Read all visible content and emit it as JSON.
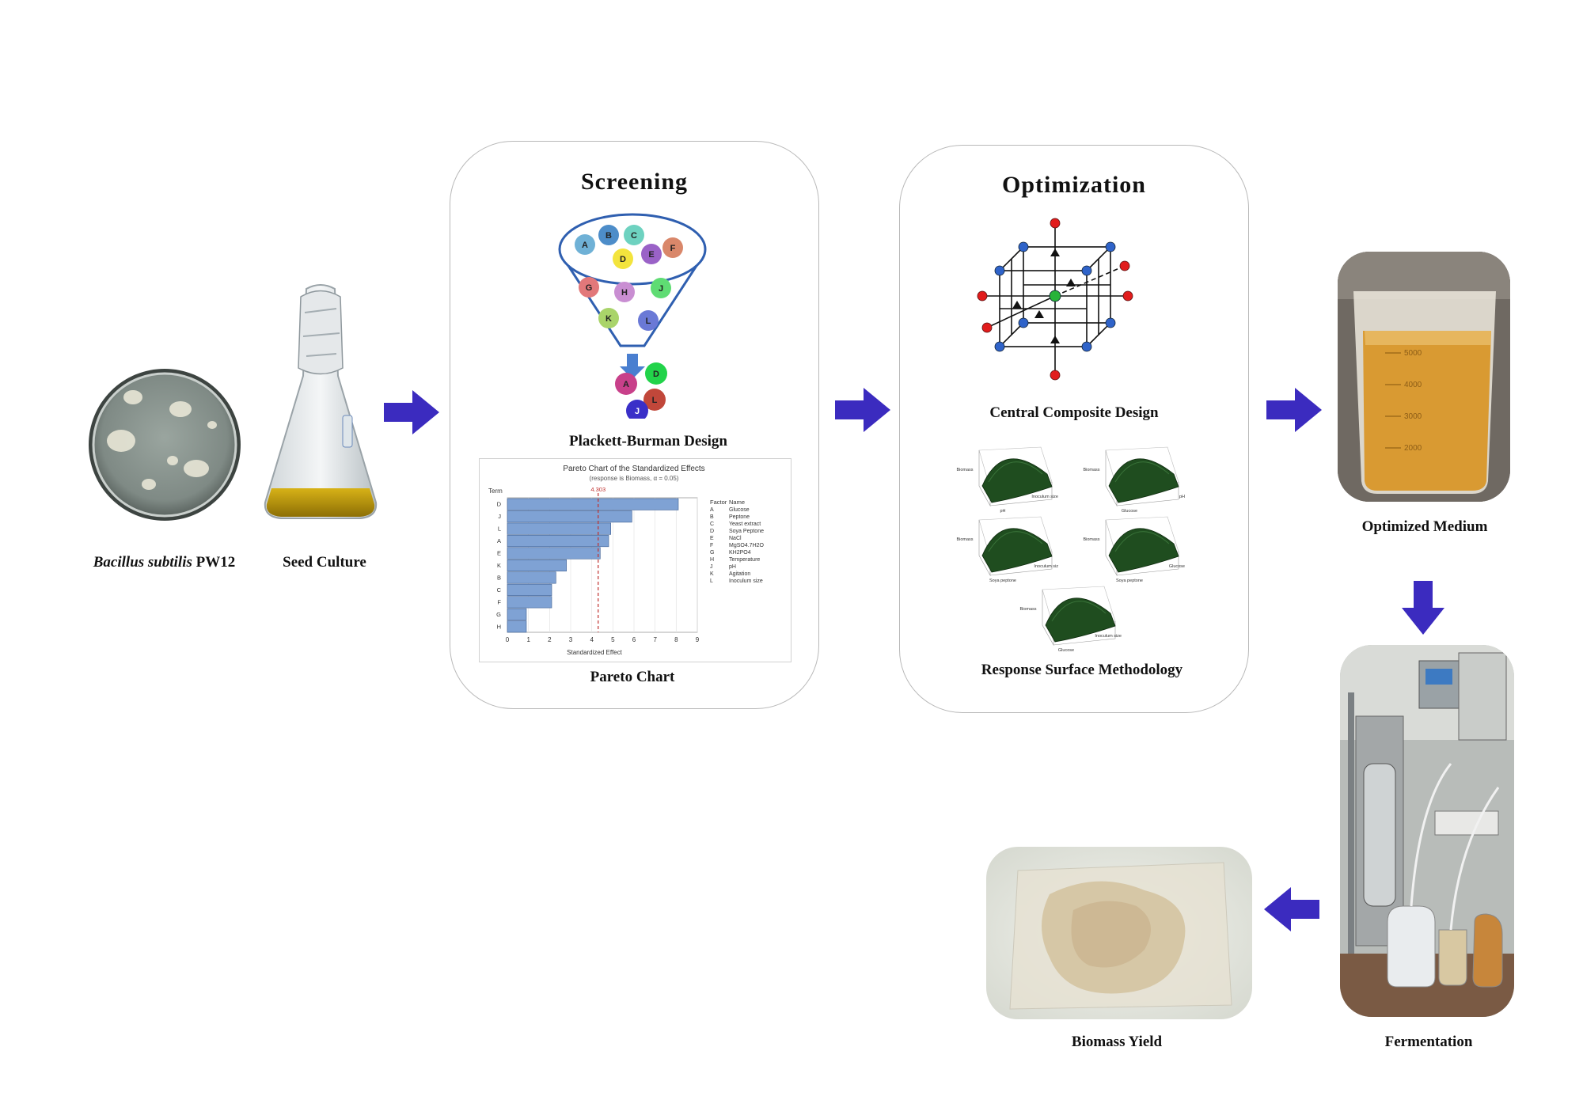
{
  "organism": {
    "italic": "Bacillus subtilis",
    "strain": "PW12"
  },
  "seed_label": "Seed Culture",
  "screening": {
    "title": "Screening",
    "pb_label": "Plackett-Burman Design",
    "pareto_label": "Pareto Chart",
    "funnel_balls": [
      "A",
      "B",
      "C",
      "D",
      "E",
      "F",
      "G",
      "H",
      "J",
      "K",
      "L"
    ],
    "output_balls": [
      "D",
      "A",
      "L",
      "J"
    ]
  },
  "optimization": {
    "title": "Optimization",
    "ccd_label": "Central Composite Design",
    "rsm_label": "Response Surface Methodology",
    "rsm_plots": [
      {
        "z": "Biomass",
        "x": "pH",
        "y": "Inoculum size"
      },
      {
        "z": "Biomass",
        "x": "Glucose",
        "y": "pH"
      },
      {
        "z": "Biomass",
        "x": "Soya peptone",
        "y": "Inoculum siz"
      },
      {
        "z": "Biomass",
        "x": "Soya peptone",
        "y": "Glucose"
      },
      {
        "z": "Biomass",
        "x": "Glucose",
        "y": "Inoculum size"
      }
    ]
  },
  "flow": {
    "optimized_label": "Optimized Medium",
    "fermentation_label": "Fermentation",
    "biomass_label": "Biomass Yield"
  },
  "beaker_marks": [
    "5000",
    "4000",
    "3000",
    "2000"
  ],
  "colors": {
    "arrow": "#3b2bbf",
    "bar": "#7fa2d4",
    "refline": "#c0302e"
  },
  "chart_data": {
    "type": "bar",
    "title": "Pareto Chart of the Standardized Effects",
    "subtitle": "(response is Biomass, α = 0.05)",
    "xlabel": "Standardized Effect",
    "ylabel": "Term",
    "categories": [
      "D",
      "J",
      "L",
      "A",
      "E",
      "K",
      "B",
      "C",
      "F",
      "G",
      "H"
    ],
    "values": [
      8.1,
      5.9,
      4.9,
      4.8,
      4.4,
      2.8,
      2.3,
      2.1,
      2.1,
      0.9,
      0.9
    ],
    "reference_line": 4.303,
    "reference_label": "4.303",
    "xlim": [
      0,
      9
    ],
    "xticks": [
      "0",
      "1",
      "2",
      "3",
      "4",
      "5",
      "6",
      "7",
      "8",
      "9"
    ],
    "legend": {
      "header": [
        "Factor",
        "Name"
      ],
      "rows": [
        [
          "A",
          "Glucose"
        ],
        [
          "B",
          "Peptone"
        ],
        [
          "C",
          "Yeast extract"
        ],
        [
          "D",
          "Soya Peptone"
        ],
        [
          "E",
          "NaCl"
        ],
        [
          "F",
          "MgSO4.7H2O"
        ],
        [
          "G",
          "KH2PO4"
        ],
        [
          "H",
          "Temperature"
        ],
        [
          "J",
          "pH"
        ],
        [
          "K",
          "Agitation"
        ],
        [
          "L",
          "Inoculum size"
        ]
      ]
    }
  }
}
